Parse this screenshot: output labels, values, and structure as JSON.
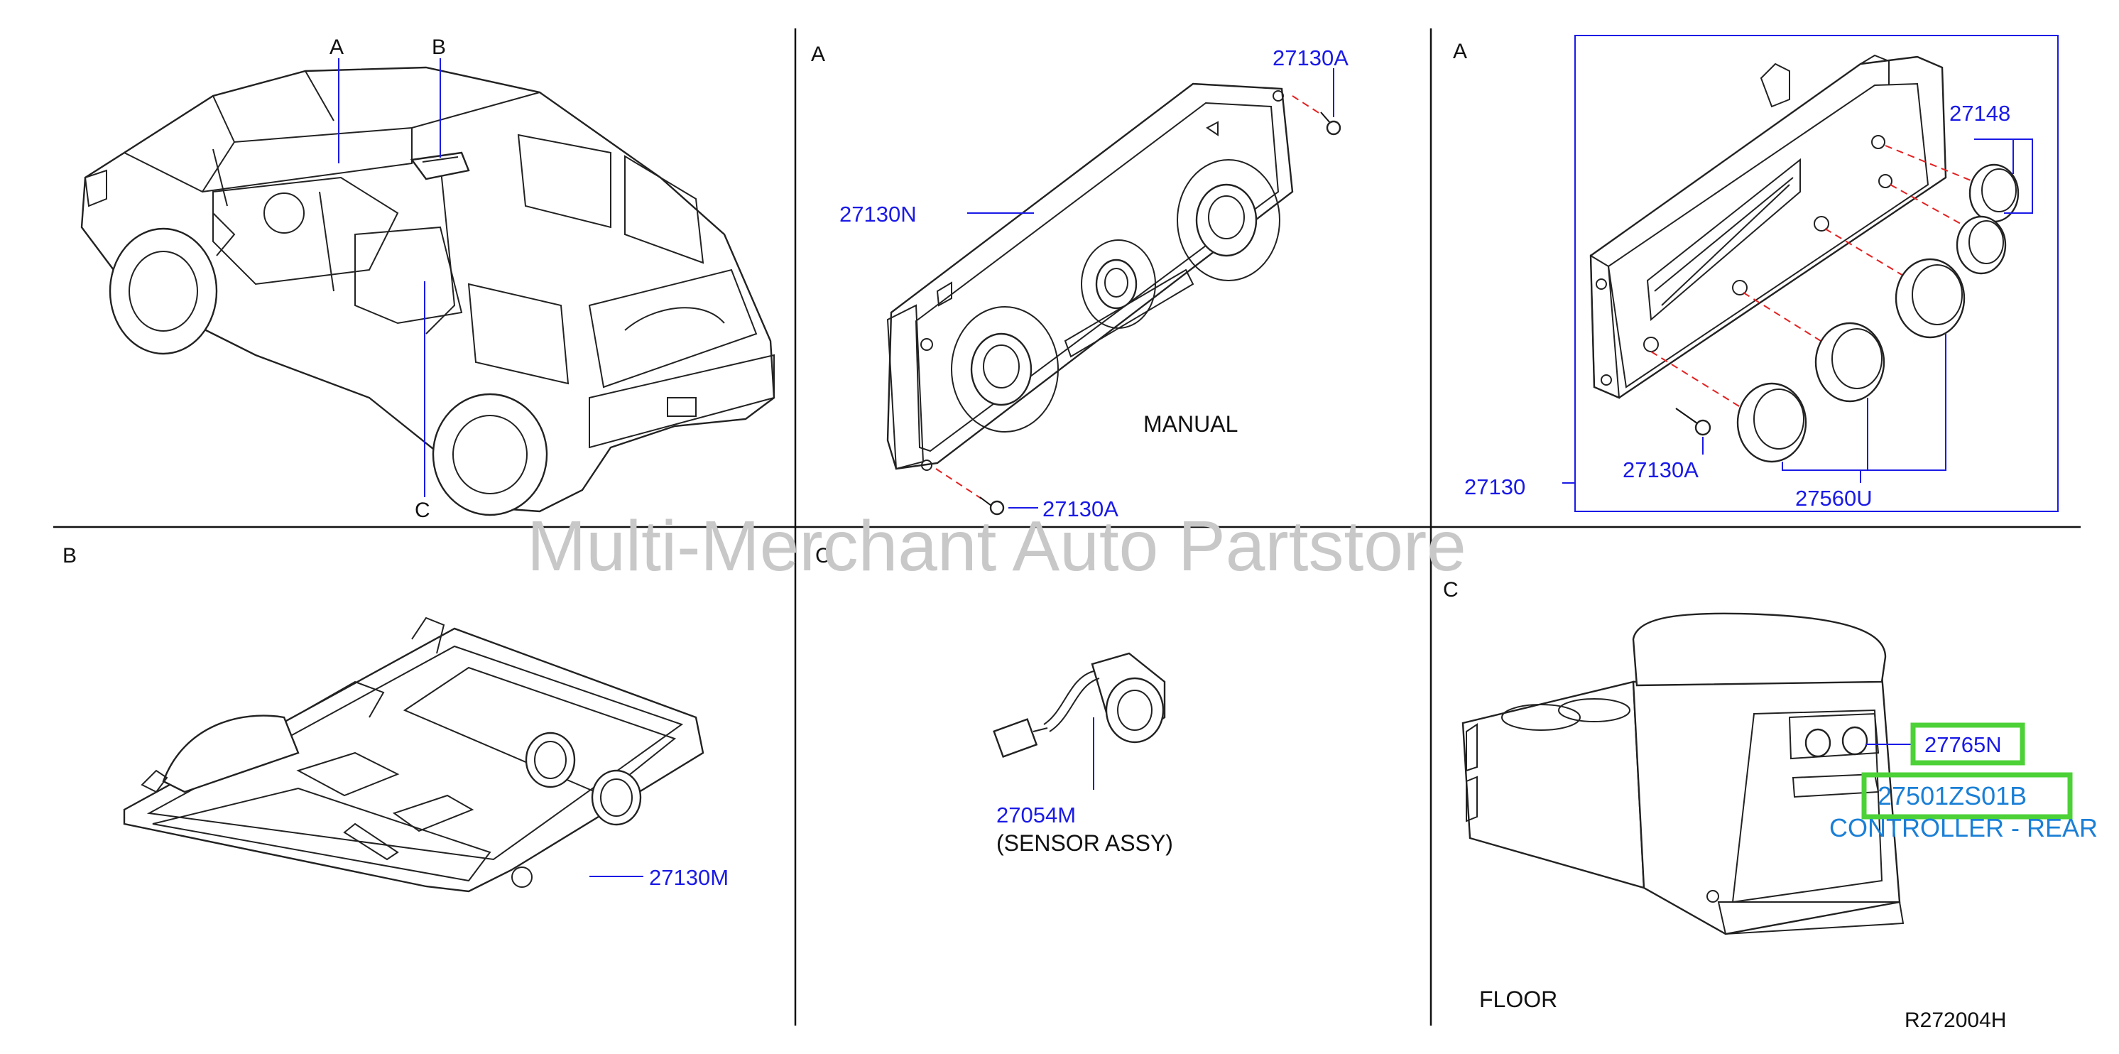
{
  "colors": {
    "part_number": "#1a1ae6",
    "callout": "#1a7fd6",
    "highlight": "#4cd137",
    "dashed_leader": "#e62020",
    "watermark": "#c8c8c8"
  },
  "watermark": "Multi-Merchant Auto Partstore",
  "panel_vehicle": {
    "label_a": "A",
    "label_b": "B",
    "label_c": "C"
  },
  "panel_manual": {
    "view": "A",
    "part_screw_top": "27130A",
    "part_panel": "27130N",
    "part_screw_bottom": "27130A",
    "caption": "MANUAL"
  },
  "panel_auto": {
    "view": "A",
    "part_knob_small": "27148",
    "part_screw": "27130A",
    "part_assembly": "27130",
    "part_knob": "27560U"
  },
  "panel_overhead": {
    "view": "B",
    "part": "27130M"
  },
  "panel_sensor": {
    "view": "C",
    "part": "27054M",
    "description": "(SENSOR   ASSY)"
  },
  "panel_floor": {
    "view": "C",
    "part_knob": "27765N",
    "part_controller": "27501ZS01B",
    "callout": "CONTROLLER - REAR",
    "caption": "FLOOR",
    "diagram_code": "R272004H"
  }
}
